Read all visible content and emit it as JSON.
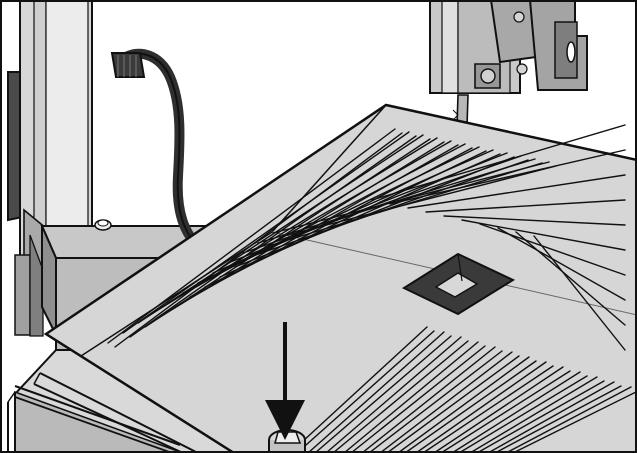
{
  "figure": {
    "kind": "technical-line-illustration",
    "subject": "band-saw-table",
    "parts": [
      "vertical-column",
      "power-cord",
      "blade-guide-assembly",
      "saw-blade",
      "slotted-work-table",
      "throat-plate",
      "miter-slot-rail",
      "table-lock-knob",
      "indicator-arrow"
    ]
  },
  "colors": {
    "background": "#ffffff",
    "outline": "#111111",
    "metal_light": "#d7d7d7",
    "metal_mid": "#bdbdbd",
    "metal_dark": "#8a8a8a",
    "rubber_dark": "#3b3b3b",
    "cord": "#2f2f2f"
  }
}
